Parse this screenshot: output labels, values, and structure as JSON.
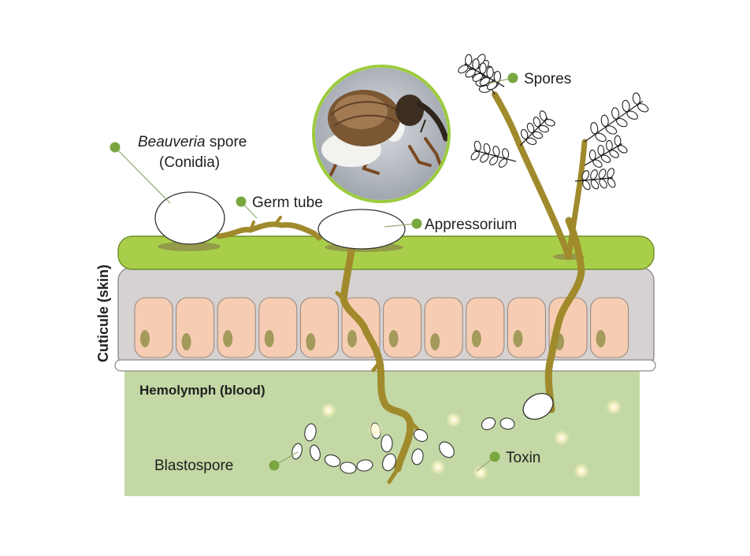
{
  "labels": {
    "beauveria_spore_italic": "Beauveria",
    "beauveria_spore_rest": " spore",
    "conidia": "(Conidia)",
    "germ_tube": "Germ tube",
    "appressorium": "Appressorium",
    "spores": "Spores",
    "cuticule": "Cuticule (skin)",
    "hemolymph": "Hemolymph (blood)",
    "blastospore": "Blastospore",
    "toxin": "Toxin"
  },
  "colors": {
    "cuticle_green": "#a9cf4a",
    "hemolymph_green": "#c3d8a4",
    "hypha": "#a08a2c",
    "cell_fill": "#f6cdb2",
    "nucleus": "#a39a5c",
    "epidermis_band": "#d6d2d2",
    "marker_dot": "#7aa640"
  },
  "icons": {
    "insect_photo": "weevil-with-white-fungus-icon"
  }
}
